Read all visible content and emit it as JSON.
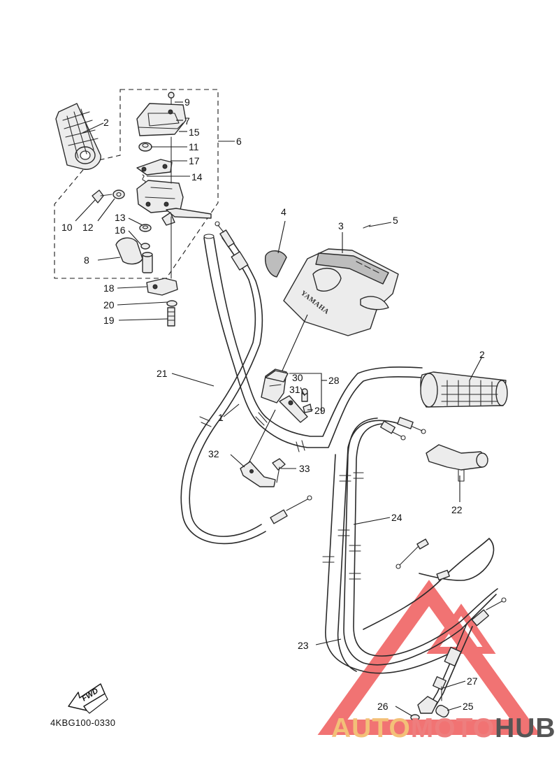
{
  "diagram_code": "4KBG100-0330",
  "fwd_label": "FWD",
  "brand_on_part": "YAMAHA",
  "watermark": {
    "part1": "AUTO",
    "part2": "MOTO",
    "part3": "HUB",
    "color_light": "#f3c078",
    "color_mid": "#ee6c6c",
    "color_dark": "#555555",
    "triangle_color": "#ef5b5b"
  },
  "callouts": {
    "c1": "1",
    "c2a": "2",
    "c2b": "2",
    "c3": "3",
    "c4": "4",
    "c5": "5",
    "c6": "6",
    "c7": "7",
    "c8": "8",
    "c9": "9",
    "c10": "10",
    "c11": "11",
    "c12": "12",
    "c13": "13",
    "c14": "14",
    "c15": "15",
    "c16": "16",
    "c17": "17",
    "c18": "18",
    "c19": "19",
    "c20": "20",
    "c21": "21",
    "c22": "22",
    "c23": "23",
    "c24": "24",
    "c25": "25",
    "c26": "26",
    "c27": "27",
    "c28": "28",
    "c29": "29",
    "c30": "30",
    "c31": "31",
    "c32": "32",
    "c33": "33"
  }
}
